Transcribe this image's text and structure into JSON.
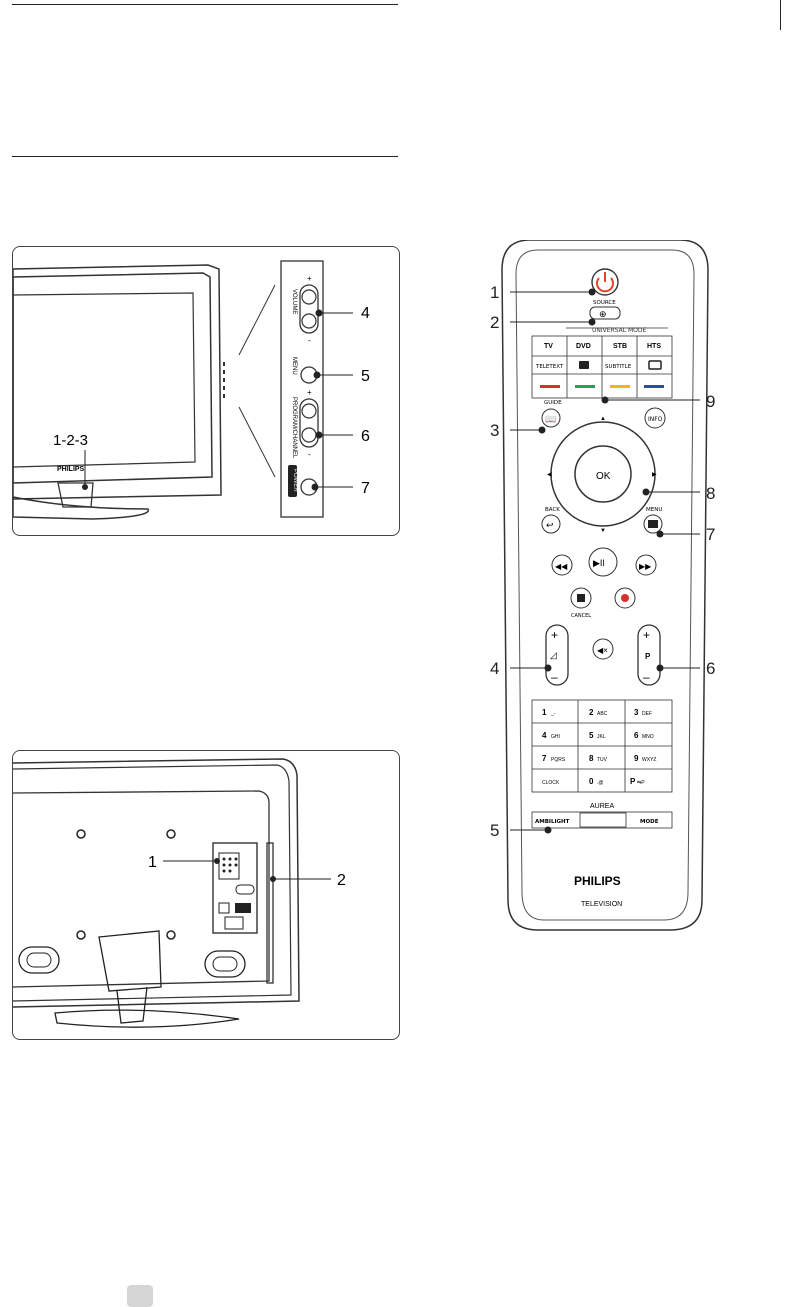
{
  "figure1": {
    "brand": "PHILIPS",
    "callout_main": "1-2-3",
    "side_labels": {
      "volume": "VOLUME",
      "menu": "MENU",
      "program": "PROGRAM/CHANNEL",
      "power": "POWER"
    },
    "plus": "+",
    "minus": "-",
    "callouts": [
      "4",
      "5",
      "6",
      "7"
    ]
  },
  "figure2": {
    "callouts": [
      "1",
      "2"
    ]
  },
  "remote": {
    "brand": "PHILIPS",
    "sub_brand": "TELEVISION",
    "source_label": "SOURCE",
    "universal_mode": "UNIVERSAL MODE",
    "device_row": [
      "TV",
      "DVD",
      "STB",
      "HTS"
    ],
    "teletext": "TELETEXT",
    "subtitle": "SUBTITLE",
    "guide": "GUIDE",
    "info": "INFO",
    "ok": "OK",
    "back": "BACK",
    "menu": "MENU",
    "cancel": "CANCEL",
    "p_label": "P",
    "aurea": "AUREA",
    "ambilight": "AMBILIGHT",
    "mode": "MODE",
    "keys": [
      {
        "num": "1",
        "letters": "_-"
      },
      {
        "num": "2",
        "letters": "ABC"
      },
      {
        "num": "3",
        "letters": "DEF"
      },
      {
        "num": "4",
        "letters": "GHI"
      },
      {
        "num": "5",
        "letters": "JKL"
      },
      {
        "num": "6",
        "letters": "MNO"
      },
      {
        "num": "7",
        "letters": "PQRS"
      },
      {
        "num": "8",
        "letters": "TUV"
      },
      {
        "num": "9",
        "letters": "WXYZ"
      },
      {
        "num": "",
        "letters": "CLOCK"
      },
      {
        "num": "0",
        "letters": ".@"
      },
      {
        "num": "P",
        "letters": "⇆P"
      }
    ],
    "callouts_left": [
      "1",
      "2",
      "3",
      "4",
      "5"
    ],
    "callouts_right": [
      "9",
      "8",
      "7",
      "6"
    ]
  },
  "colors": {
    "red": "#d8312b",
    "green": "#2a9d5a",
    "yellow": "#e9b81c",
    "blue": "#2a4ea0",
    "power": "#e8402a"
  }
}
